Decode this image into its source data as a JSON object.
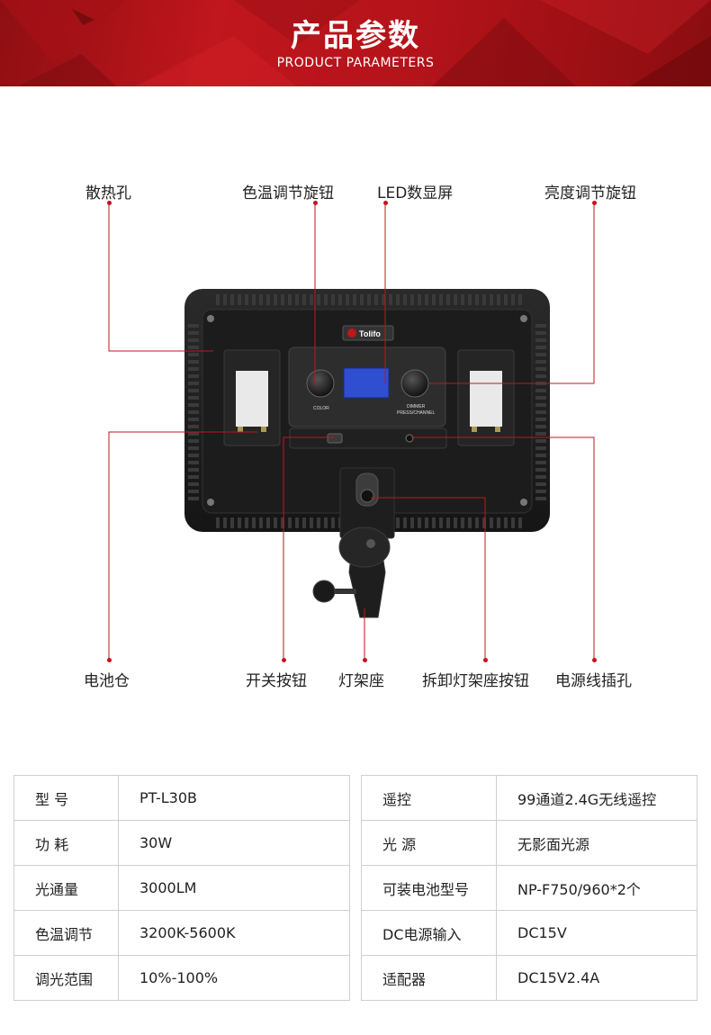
{
  "header": {
    "title": "产品参数",
    "subtitle": "PRODUCT PARAMETERS"
  },
  "diagram": {
    "labels": {
      "vent": "散热孔",
      "color_knob": "色温调节旋钮",
      "led_display": "LED数显屏",
      "brightness_knob": "亮度调节旋钮",
      "battery": "电池仓",
      "power_switch": "开关按钮",
      "stand_mount": "灯架座",
      "release_button": "拆卸灯架座按钮",
      "power_jack": "电源线插孔"
    },
    "panel_text": {
      "brand": "Tolifo",
      "color": "COLOR",
      "dimmer": "DIMMER",
      "press_channel": "PRESS/CHANNEL"
    },
    "accent_color": "#c0161d"
  },
  "specs_left": [
    {
      "key": "型 号",
      "value": "PT-L30B"
    },
    {
      "key": "功 耗",
      "value": "30W"
    },
    {
      "key": "光通量",
      "value": "3000LM"
    },
    {
      "key": "色温调节",
      "value": "3200K-5600K"
    },
    {
      "key": "调光范围",
      "value": "10%-100%"
    }
  ],
  "specs_right": [
    {
      "key": "遥控",
      "value": "99通道2.4G无线遥控"
    },
    {
      "key": "光 源",
      "value": "无影面光源"
    },
    {
      "key": "可装电池型号",
      "value": "NP-F750/960*2个"
    },
    {
      "key": "DC电源输入",
      "value": "DC15V"
    },
    {
      "key": "适配器",
      "value": "DC15V2.4A"
    }
  ]
}
